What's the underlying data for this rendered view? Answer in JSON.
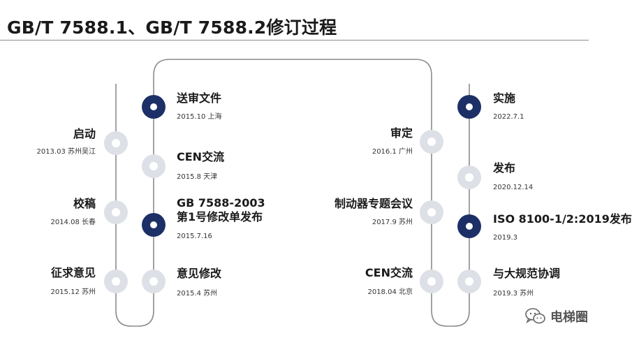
{
  "page": {
    "title": "GB/T 7588.1、GB/T 7588.2修订过程"
  },
  "timeline": {
    "col1": [
      {
        "label": "启动",
        "date": "2013.03 苏州吴江",
        "state": "inactive"
      },
      {
        "label": "校稿",
        "date": "2014.08 长春",
        "state": "inactive"
      },
      {
        "label": "征求意见",
        "date": "2015.12 苏州",
        "state": "inactive"
      }
    ],
    "col2": [
      {
        "label": "送审文件",
        "date": "2015.10 上海",
        "state": "active"
      },
      {
        "label": "CEN交流",
        "date": "2015.8 天津",
        "state": "inactive"
      },
      {
        "label_line1": "GB 7588-2003",
        "label_line2": "第1号修改单发布",
        "date": "2015.7.16",
        "state": "active"
      },
      {
        "label": "意见修改",
        "date": "2015.4 苏州",
        "state": "inactive"
      }
    ],
    "col3": [
      {
        "label": "审定",
        "date": "2016.1 广州",
        "state": "inactive"
      },
      {
        "label": "制动器专题会议",
        "date": "2017.9 苏州",
        "state": "inactive"
      },
      {
        "label": "CEN交流",
        "date": "2018.04 北京",
        "state": "inactive"
      }
    ],
    "col4": [
      {
        "label": "实施",
        "date": "2022.7.1",
        "state": "active"
      },
      {
        "label": "发布",
        "date": "2020.12.14",
        "state": "inactive"
      },
      {
        "label": "ISO 8100-1/2:2019发布",
        "date": "2019.3",
        "state": "active"
      },
      {
        "label": "与大规范协调",
        "date": "2019.3 苏州",
        "state": "inactive"
      }
    ]
  },
  "watermark": {
    "text": "电梯圈",
    "icon": "wechat-icon"
  },
  "colors": {
    "active": "#1c2f66",
    "inactive": "#dde0e6",
    "track": "#8c8c8c"
  }
}
